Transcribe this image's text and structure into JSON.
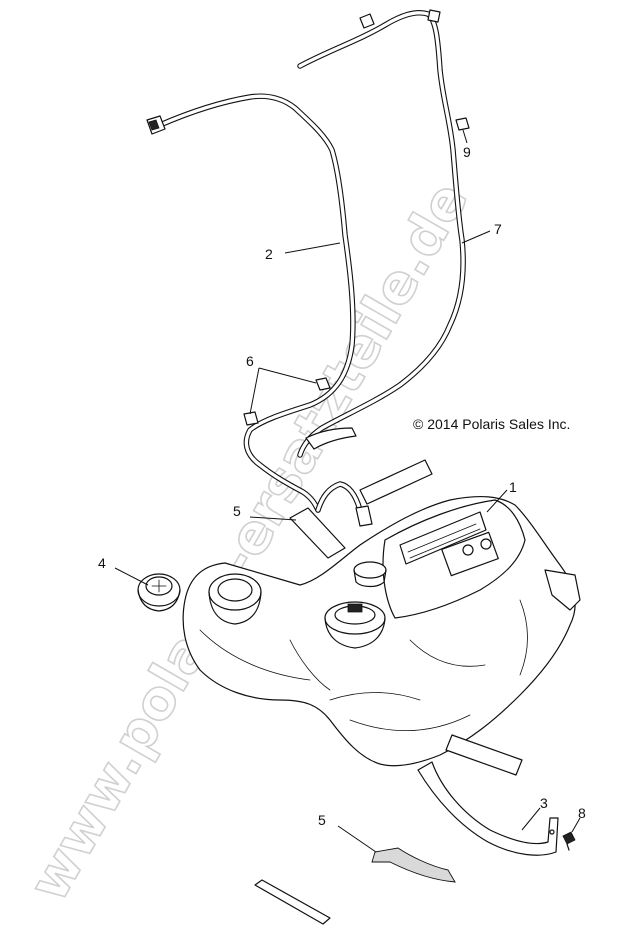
{
  "copyright": "© 2014 Polaris Sales Inc.",
  "watermark": "www.polaris-ersatzteile.de",
  "callouts": [
    {
      "id": "callout-1",
      "text": "1"
    },
    {
      "id": "callout-2",
      "text": "2"
    },
    {
      "id": "callout-3",
      "text": "3"
    },
    {
      "id": "callout-4",
      "text": "4"
    },
    {
      "id": "callout-5-upper",
      "text": "5"
    },
    {
      "id": "callout-5-lower",
      "text": "5"
    },
    {
      "id": "callout-6",
      "text": "6"
    },
    {
      "id": "callout-7",
      "text": "7"
    },
    {
      "id": "callout-8",
      "text": "8"
    },
    {
      "id": "callout-9",
      "text": "9"
    }
  ],
  "parts": [
    {
      "number": "1",
      "name": "fuel-tank"
    },
    {
      "number": "2",
      "name": "vent-hose"
    },
    {
      "number": "3",
      "name": "tank-strap"
    },
    {
      "number": "4",
      "name": "fuel-cap"
    },
    {
      "number": "5",
      "name": "foam-pad"
    },
    {
      "number": "6",
      "name": "hose-clip"
    },
    {
      "number": "7",
      "name": "vent-hose"
    },
    {
      "number": "8",
      "name": "screw"
    },
    {
      "number": "9",
      "name": "hose-clip"
    }
  ]
}
